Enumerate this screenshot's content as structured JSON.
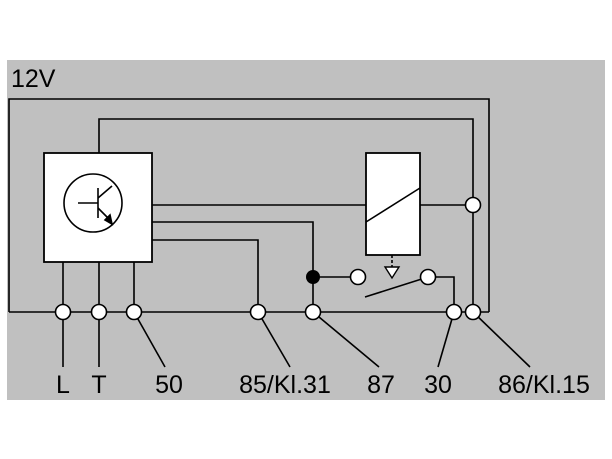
{
  "supply_label": "12V",
  "terminals": [
    "L",
    "T",
    "50",
    "85/Kl.31",
    "87",
    "30",
    "86/Kl.15"
  ],
  "colors": {
    "panel": "#c0c0c0",
    "line": "#000000",
    "box": "#ffffff"
  }
}
